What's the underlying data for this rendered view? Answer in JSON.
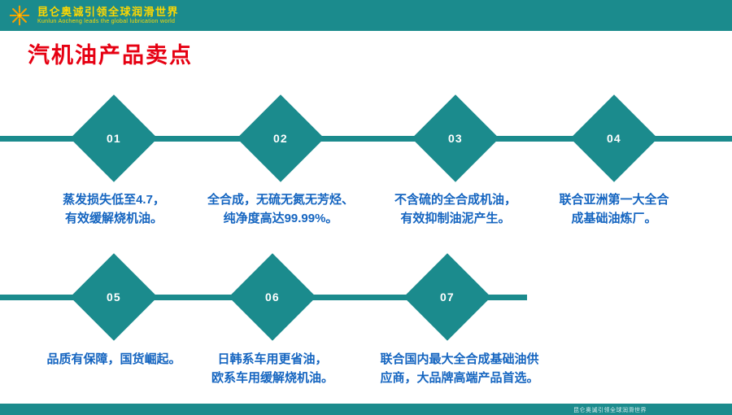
{
  "header": {
    "bar_color": "#1b8b8d",
    "logo_icon": "kunlun-sunburst-logo",
    "logo_color": "#f5a100",
    "slogan_cn": "昆仑奥诚引领全球润滑世界",
    "slogan_en": "Kunlun Aocheng leads the global lubrication world"
  },
  "page_title": "汽机油产品卖点",
  "colors": {
    "teal": "#1b8b8d",
    "title_red": "#e60012",
    "caption_blue": "#1565c0",
    "slogan_yellow": "#ffd800"
  },
  "rows": [
    {
      "items": [
        {
          "number": "01",
          "lines": [
            "蒸发损失低至4.7，",
            "有效缓解烧机油。"
          ]
        },
        {
          "number": "02",
          "lines": [
            "全合成，无硫无氮无芳烃、",
            "纯净度高达99.99%。"
          ]
        },
        {
          "number": "03",
          "lines": [
            "不含硫的全合成机油，",
            "有效抑制油泥产生。"
          ]
        },
        {
          "number": "04",
          "lines": [
            "联合亚洲第一大全合",
            "成基础油炼厂。"
          ]
        }
      ]
    },
    {
      "items": [
        {
          "number": "05",
          "lines": [
            "品质有保障，国货崛起。"
          ]
        },
        {
          "number": "06",
          "lines": [
            "日韩系车用更省油，",
            "欧系车用缓解烧机油。"
          ]
        },
        {
          "number": "07",
          "lines": [
            "联合国内最大全合成基础油供",
            "应商，大品牌高端产品首选。"
          ]
        }
      ]
    }
  ],
  "footer": {
    "text": "昆仑奥诚引领全球润滑世界"
  }
}
